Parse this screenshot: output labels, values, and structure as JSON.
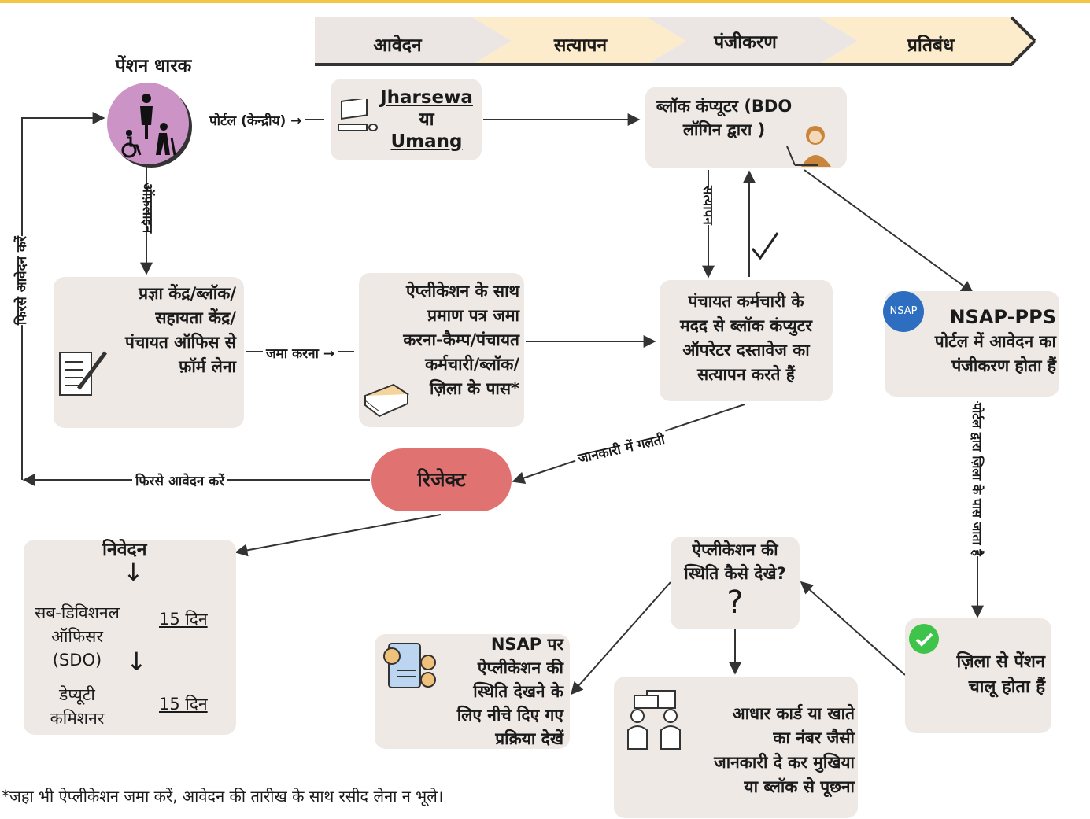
{
  "stages": [
    "आवेदन",
    "सत्यापन",
    "पंजीकरण",
    "प्रतिबंध"
  ],
  "pensioner": {
    "title": "पेंशन धारक"
  },
  "labels": {
    "portal_central": "पोर्टल (केन्द्रीय) →",
    "offline": "ऑफ़लाइन",
    "reapply_left": "फिरसे आवेदन करें",
    "submit": "जमा करना →",
    "verification": "सत्यापन",
    "info_error": "जानकारी में गलती",
    "reapply_bottom": "फिरसे आवेदन करें",
    "portal_to_district": "पोर्टल द्वारा ज़िला के पास जाता है"
  },
  "portal_box": {
    "line1": "Jharsewa",
    "line2": "या",
    "line3": "Umang"
  },
  "block_computer": {
    "line1": "ब्लॉक कंप्यूटर (BDO",
    "line2": "लॉगिन द्वारा )"
  },
  "form_box": {
    "line1": "प्रज्ञा केंद्र/ब्लॉक/",
    "line2": "सहायता केंद्र/",
    "line3": "पंचायत ऑफिस से",
    "line4": "फ़ॉर्म लेना"
  },
  "application_box": {
    "line1": "ऐप्लीकेशन के साथ",
    "line2": "प्रमाण पत्र जमा",
    "line3": "करना-कैम्प/पंचायत",
    "line4": "कर्मचारी/ब्लॉक/",
    "line5": "ज़िला के पास*"
  },
  "panchayat_box": {
    "line1": "पंचायत कर्मचारी के",
    "line2": "मदद से ब्लॉक कंप्युटर",
    "line3": "ऑपरेटर दस्तावेज का",
    "line4": "सत्यापन करते हैं"
  },
  "nsap_box": {
    "badge": "NSAP",
    "line1": "NSAP-PPS",
    "line2": "पोर्टल में आवेदन का",
    "line3": "पंजीकरण होता हैं"
  },
  "reject": {
    "label": "रिजेक्ट"
  },
  "appeal_box": {
    "title": "निवेदन",
    "arrow": "↓",
    "sdo_line1": "सब-डिविशनल",
    "sdo_line2": "ऑफिसर",
    "sdo_line3": "(SDO)",
    "days1": "15 दिन",
    "dc_line1": "डेप्यूटी",
    "dc_line2": "कमिशनर",
    "days2": "15 दिन"
  },
  "status_box": {
    "line1": "ऐप्लीकेशन की",
    "line2": "स्थिति कैसे देखे?",
    "qmark": "?"
  },
  "nsap_status_box": {
    "line1": "NSAP पर",
    "line2": "ऐप्लीकेशन की",
    "line3": "स्थिति  देखने के",
    "line4": "लिए नीचे दिए गए",
    "line5": "प्रक्रिया देखें"
  },
  "aadhaar_box": {
    "line1": "आधार कार्ड या खाते",
    "line2": "का नंबर जैसी",
    "line3": "जानकारी दे कर मुखिया",
    "line4": "या ब्लॉक से  पूछना"
  },
  "district_box": {
    "line1": "ज़िला से पेंशन",
    "line2": "चालू होता हैं"
  },
  "footnote": "*जहा भी ऐप्लीकेशन जमा करें, आवेदन की तारीख के साथ रसीद लेना न भूले।",
  "colors": {
    "box": "#efe9e6",
    "chevron_grey": "#ebe6e3",
    "chevron_yellow": "#fdeccb",
    "reject": "#e07372",
    "pensioner": "#cc93c6",
    "check": "#3fc44b",
    "nsap_badge": "#2d6ec1",
    "accent_line": "#f2c744"
  }
}
